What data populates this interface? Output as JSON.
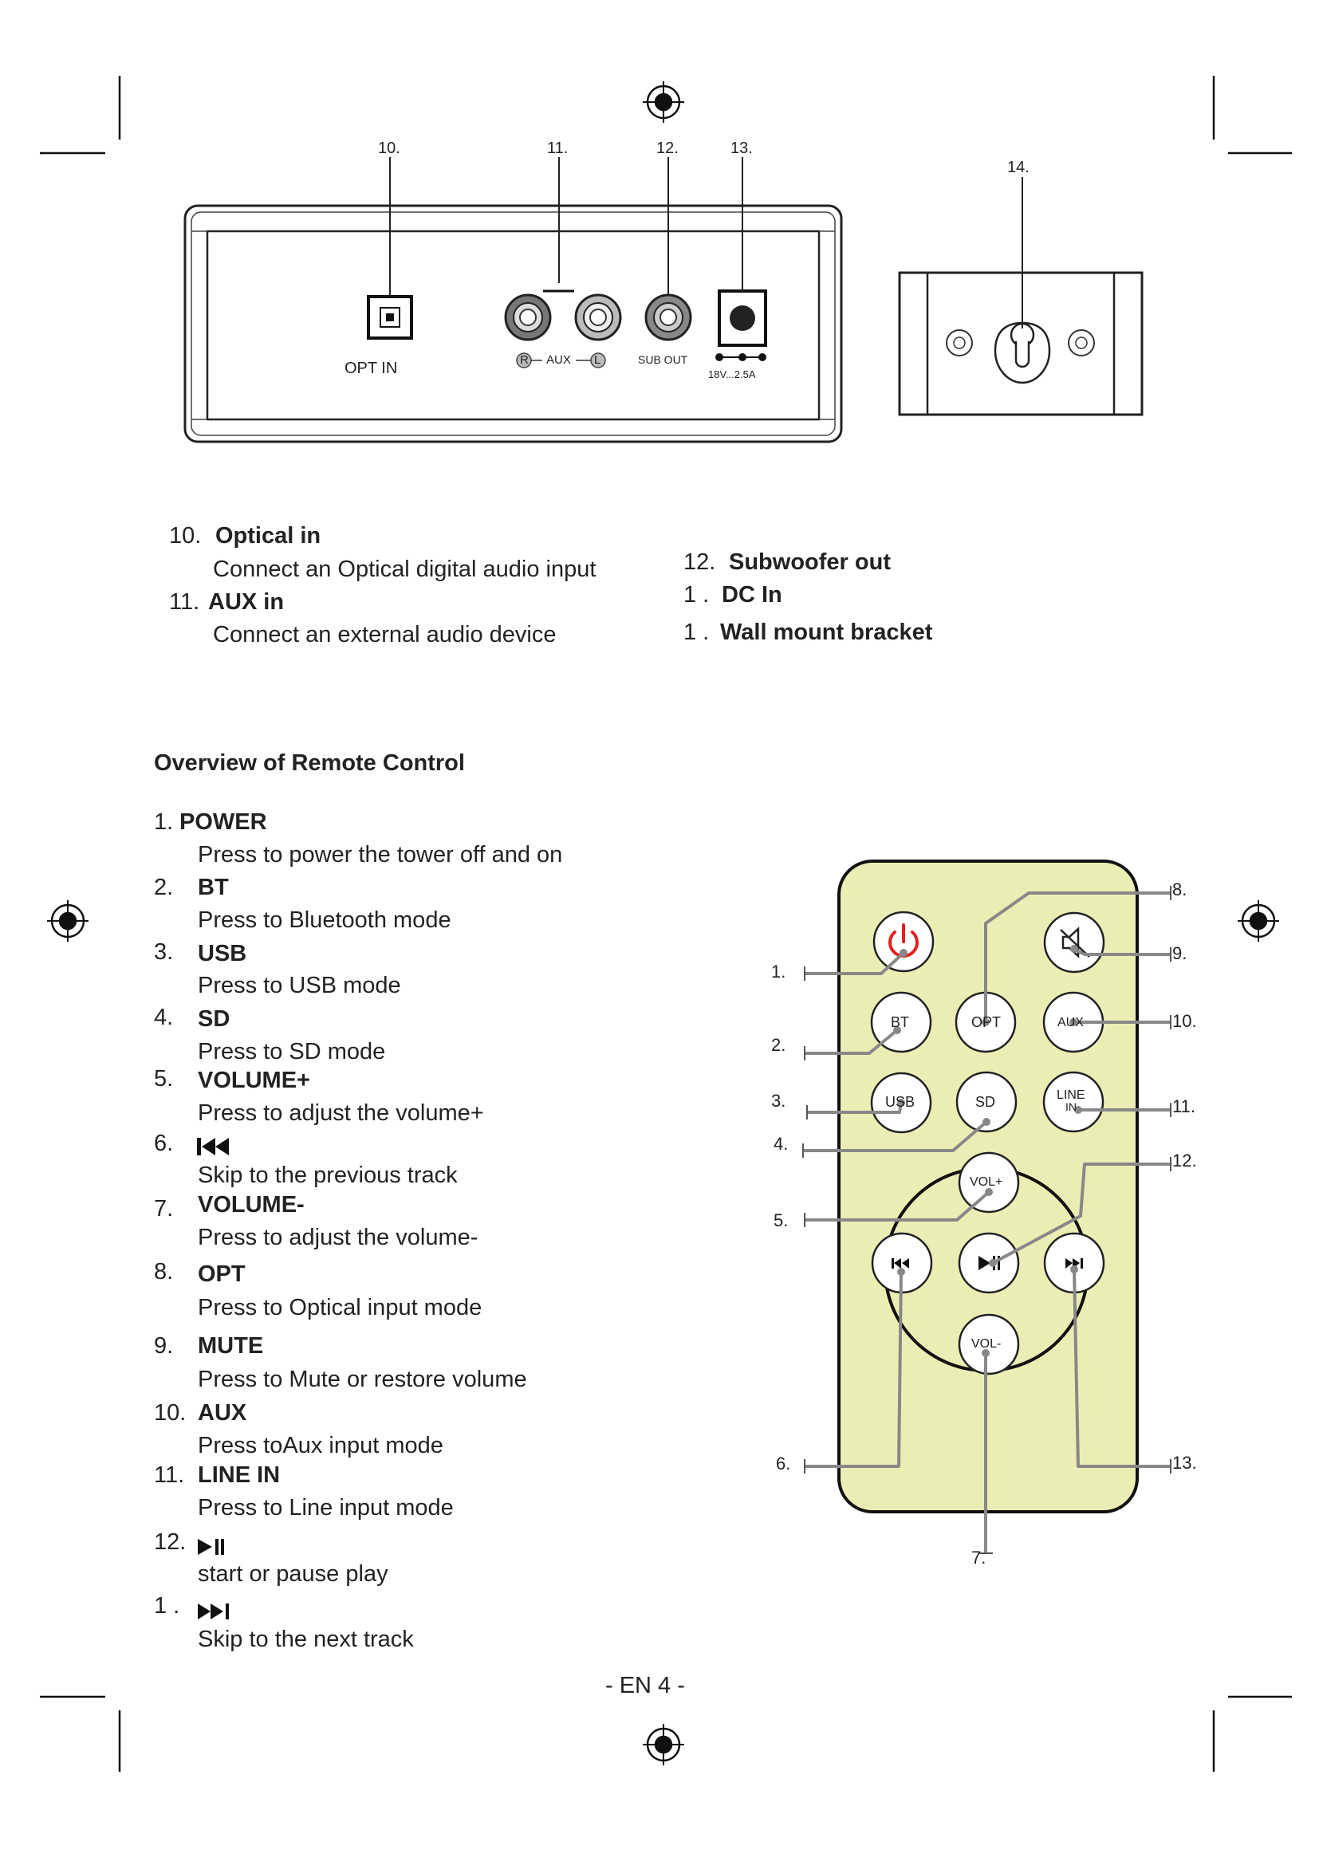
{
  "page_number": "- EN 4 -",
  "rear_panel": {
    "callouts": [
      "10.",
      "11.",
      "12.",
      "13.",
      "14."
    ],
    "port_labels": {
      "opt_in": "OPT IN",
      "aux_r": "R",
      "aux": "AUX",
      "aux_l": "L",
      "sub_out": "SUB OUT",
      "dc_rating": "18V...2.5A"
    }
  },
  "port_descriptions": [
    {
      "num": "10.",
      "title": "Optical in",
      "desc": "Connect an Optical digital audio input"
    },
    {
      "num": "11.",
      "title": "AUX in",
      "desc": "Connect an external audio device"
    },
    {
      "num": "12.",
      "title": "Subwoofer out"
    },
    {
      "num": "1 .",
      "title": "DC In"
    },
    {
      "num": "1 .",
      "title": "Wall mount bracket"
    }
  ],
  "remote_section": {
    "heading": "Overview of Remote Control",
    "items": [
      {
        "num": "1.",
        "title": "POWER",
        "desc": "Press to power the tower off and on"
      },
      {
        "num": "2.",
        "title": "BT",
        "desc": "Press to Bluetooth mode"
      },
      {
        "num": "3.",
        "title": "USB",
        "desc": "Press to USB mode"
      },
      {
        "num": "4.",
        "title": "SD",
        "desc": "Press to  SD mode"
      },
      {
        "num": "5.",
        "title": "VOLUME+",
        "desc": "Press to adjust the volume+"
      },
      {
        "num": "6.",
        "title": "",
        "icon": "previous-track-icon",
        "desc": "Skip to the previous track"
      },
      {
        "num": "7.",
        "title": "VOLUME-",
        "desc": "Press to adjust the volume-"
      },
      {
        "num": "8.",
        "title": "OPT",
        "desc": "Press to Optical input mode"
      },
      {
        "num": "9.",
        "title": "MUTE",
        "desc": "Press to Mute or restore volume"
      },
      {
        "num": "10.",
        "title": "AUX",
        "desc": "Press toAux input mode"
      },
      {
        "num": "11.",
        "title": "LINE IN",
        "desc": "Press to Line input mode"
      },
      {
        "num": "12.",
        "title": "",
        "icon": "play-pause-icon",
        "desc": "start or pause play"
      },
      {
        "num": "1 .",
        "title": "",
        "icon": "next-track-icon",
        "desc": "Skip to the next track"
      }
    ]
  },
  "remote_diagram": {
    "body_color": "#eaeeb5",
    "buttons": {
      "bt": "BT",
      "opt": "OPT",
      "aux": "AUX",
      "usb": "USB",
      "sd": "SD",
      "line_in_1": "LINE",
      "line_in_2": "IN",
      "vol_plus": "VOL+",
      "vol_minus": "VOL-"
    },
    "callouts": [
      "1.",
      "2.",
      "3.",
      "4.",
      "5.",
      "6.",
      "7.",
      "8.",
      "9.",
      "10.",
      "11.",
      "12.",
      "13."
    ]
  }
}
